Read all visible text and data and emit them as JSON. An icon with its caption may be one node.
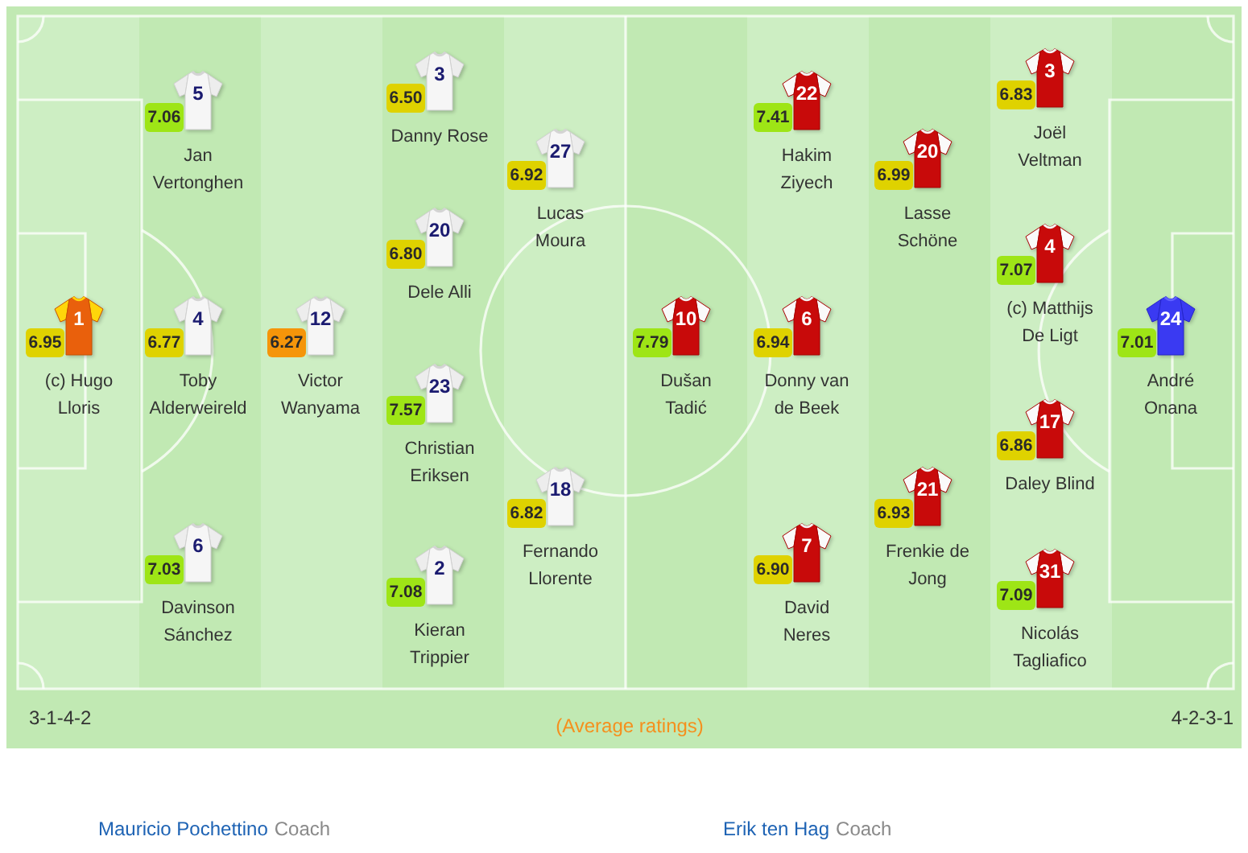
{
  "diagram": {
    "nodes": [
      {
        "text": [
          "1"
        ],
        "beside": [
          "(c) Hugo Lloris"
        ]
      },
      {
        "text": [
          "6.95"
        ]
      },
      {
        "text": [
          "5"
        ],
        "beside": [
          "Jan Vertonghen"
        ]
      },
      {
        "text": [
          "7.06"
        ]
      },
      {
        "text": [
          "4"
        ],
        "beside": [
          "Toby Alderweireld"
        ]
      },
      {
        "text": [
          "6.77"
        ]
      },
      {
        "text": [
          "6"
        ],
        "beside": [
          "Davinson Sánchez"
        ]
      },
      {
        "text": [
          "7.03"
        ]
      },
      {
        "text": [
          "12"
        ],
        "beside": [
          "Victor Wanyama"
        ]
      },
      {
        "text": [
          "6.27"
        ]
      },
      {
        "text": [
          "3"
        ],
        "beside": [
          "Danny Rose"
        ]
      },
      {
        "text": [
          "6.50"
        ]
      },
      {
        "text": [
          "20"
        ],
        "beside": [
          "Dele Alli"
        ]
      },
      {
        "text": [
          "6.80"
        ]
      },
      {
        "text": [
          "23"
        ],
        "beside": [
          "Christian Eriksen"
        ]
      },
      {
        "text": [
          "7.57"
        ]
      },
      {
        "text": [
          "2"
        ],
        "beside": [
          "Kieran Trippier"
        ]
      },
      {
        "text": [
          "7.08"
        ]
      },
      {
        "text": [
          "27"
        ],
        "beside": [
          "Lucas Moura"
        ]
      },
      {
        "text": [
          "6.92"
        ]
      },
      {
        "text": [
          "18"
        ],
        "beside": [
          "Fernando Llorente"
        ]
      },
      {
        "text": [
          "6.82"
        ]
      },
      {
        "text": [
          "10"
        ],
        "beside": [
          "Dušan Tadić"
        ]
      },
      {
        "text": [
          "7.79"
        ]
      },
      {
        "text": [
          "22"
        ],
        "beside": [
          "Hakim Ziyech"
        ]
      },
      {
        "text": [
          "7.41"
        ]
      },
      {
        "text": [
          "6"
        ],
        "beside": [
          "Donny van de Beek"
        ]
      },
      {
        "text": [
          "6.94"
        ]
      },
      {
        "text": [
          "7"
        ],
        "beside": [
          "David Neres"
        ]
      },
      {
        "text": [
          "6.90"
        ]
      },
      {
        "text": [
          "20"
        ],
        "beside": [
          "Lasse Schöne"
        ]
      },
      {
        "text": [
          "6.99"
        ]
      },
      {
        "text": [
          "21"
        ],
        "beside": [
          "Frenkie de Jong"
        ]
      },
      {
        "text": [
          "6.93"
        ]
      },
      {
        "text": [
          "3"
        ],
        "beside": [
          "Joël Veltman"
        ]
      },
      {
        "text": [
          "6.83"
        ]
      },
      {
        "text": [
          "4"
        ],
        "beside": [
          "(c) Matthijs De Ligt"
        ]
      },
      {
        "text": [
          "7.07"
        ]
      },
      {
        "text": [
          "17"
        ],
        "beside": [
          "Daley Blind"
        ]
      },
      {
        "text": [
          "6.86"
        ]
      },
      {
        "text": [
          "31"
        ],
        "beside": [
          "Nicolás Tagliafico"
        ]
      },
      {
        "text": [
          "7.09"
        ]
      },
      {
        "text": [
          "24"
        ],
        "beside": [
          "André Onana"
        ]
      },
      {
        "text": [
          "7.01"
        ]
      }
    ],
    "labels": [
      "3-1-4-2",
      "(Average ratings)",
      "4-2-3-1",
      "Mauricio Pochettino",
      "Coach",
      "Erik ten Hag",
      "Coach"
    ]
  }
}
